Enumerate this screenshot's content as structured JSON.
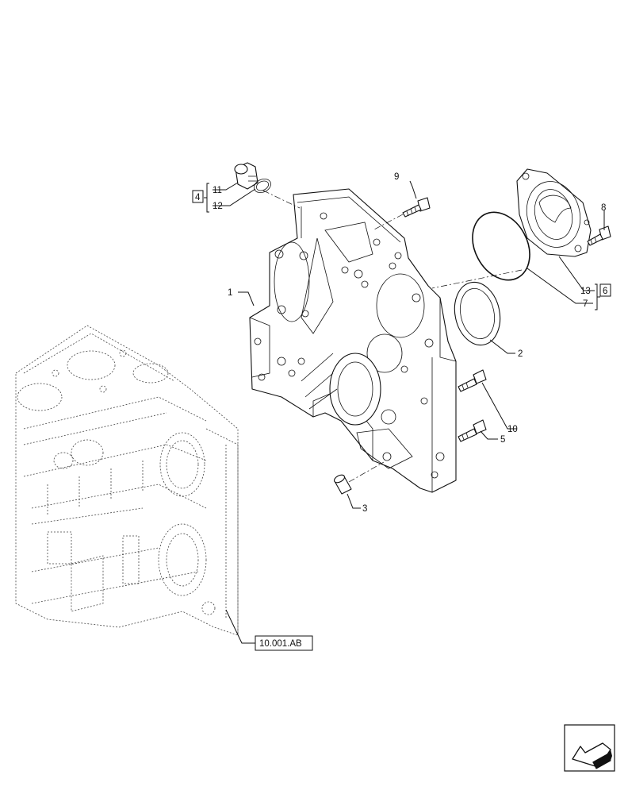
{
  "callouts": {
    "c1": "1",
    "c2": "2",
    "c3": "3",
    "c4": "4",
    "c5": "5",
    "c6": "6",
    "c7": "7",
    "c8": "8",
    "c9": "9",
    "c10": "10",
    "c11": "11",
    "c12": "12",
    "c13": "13"
  },
  "reference": {
    "label": "10.001.AB"
  },
  "nav": {
    "icon": "next-page-arrow-icon"
  },
  "colors": {
    "line": "#111111",
    "background": "#ffffff",
    "dashed": "#444444"
  }
}
